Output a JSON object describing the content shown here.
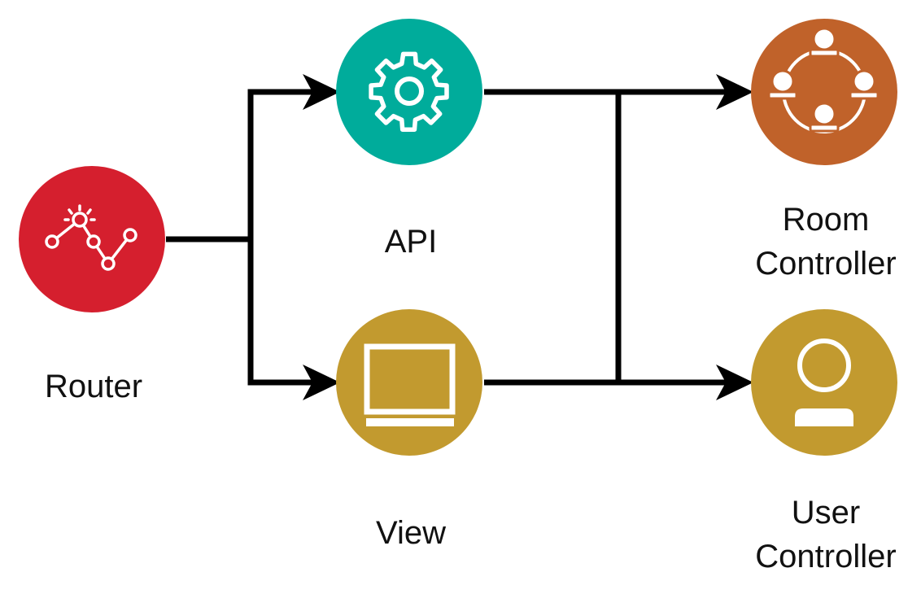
{
  "nodes": {
    "router": {
      "label": "Router",
      "icon": "trend-line-icon",
      "color": "#D51F2E"
    },
    "api": {
      "label": "API",
      "icon": "gear-icon",
      "color": "#00AC9B"
    },
    "view": {
      "label": "View",
      "icon": "monitor-icon",
      "color": "#C29A2F"
    },
    "room_controller": {
      "label_line1": "Room",
      "label_line2": "Controller",
      "icon": "group-network-icon",
      "color": "#C0622A"
    },
    "user_controller": {
      "label_line1": "User",
      "label_line2": "Controller",
      "icon": "user-icon",
      "color": "#C29A2F"
    }
  },
  "edges": [
    {
      "from": "Router",
      "to": "API"
    },
    {
      "from": "Router",
      "to": "View"
    },
    {
      "from": "API",
      "to": "Room Controller"
    },
    {
      "from": "API",
      "to": "User Controller"
    },
    {
      "from": "View",
      "to": "Room Controller"
    },
    {
      "from": "View",
      "to": "User Controller"
    }
  ],
  "connector_color": "#000000"
}
